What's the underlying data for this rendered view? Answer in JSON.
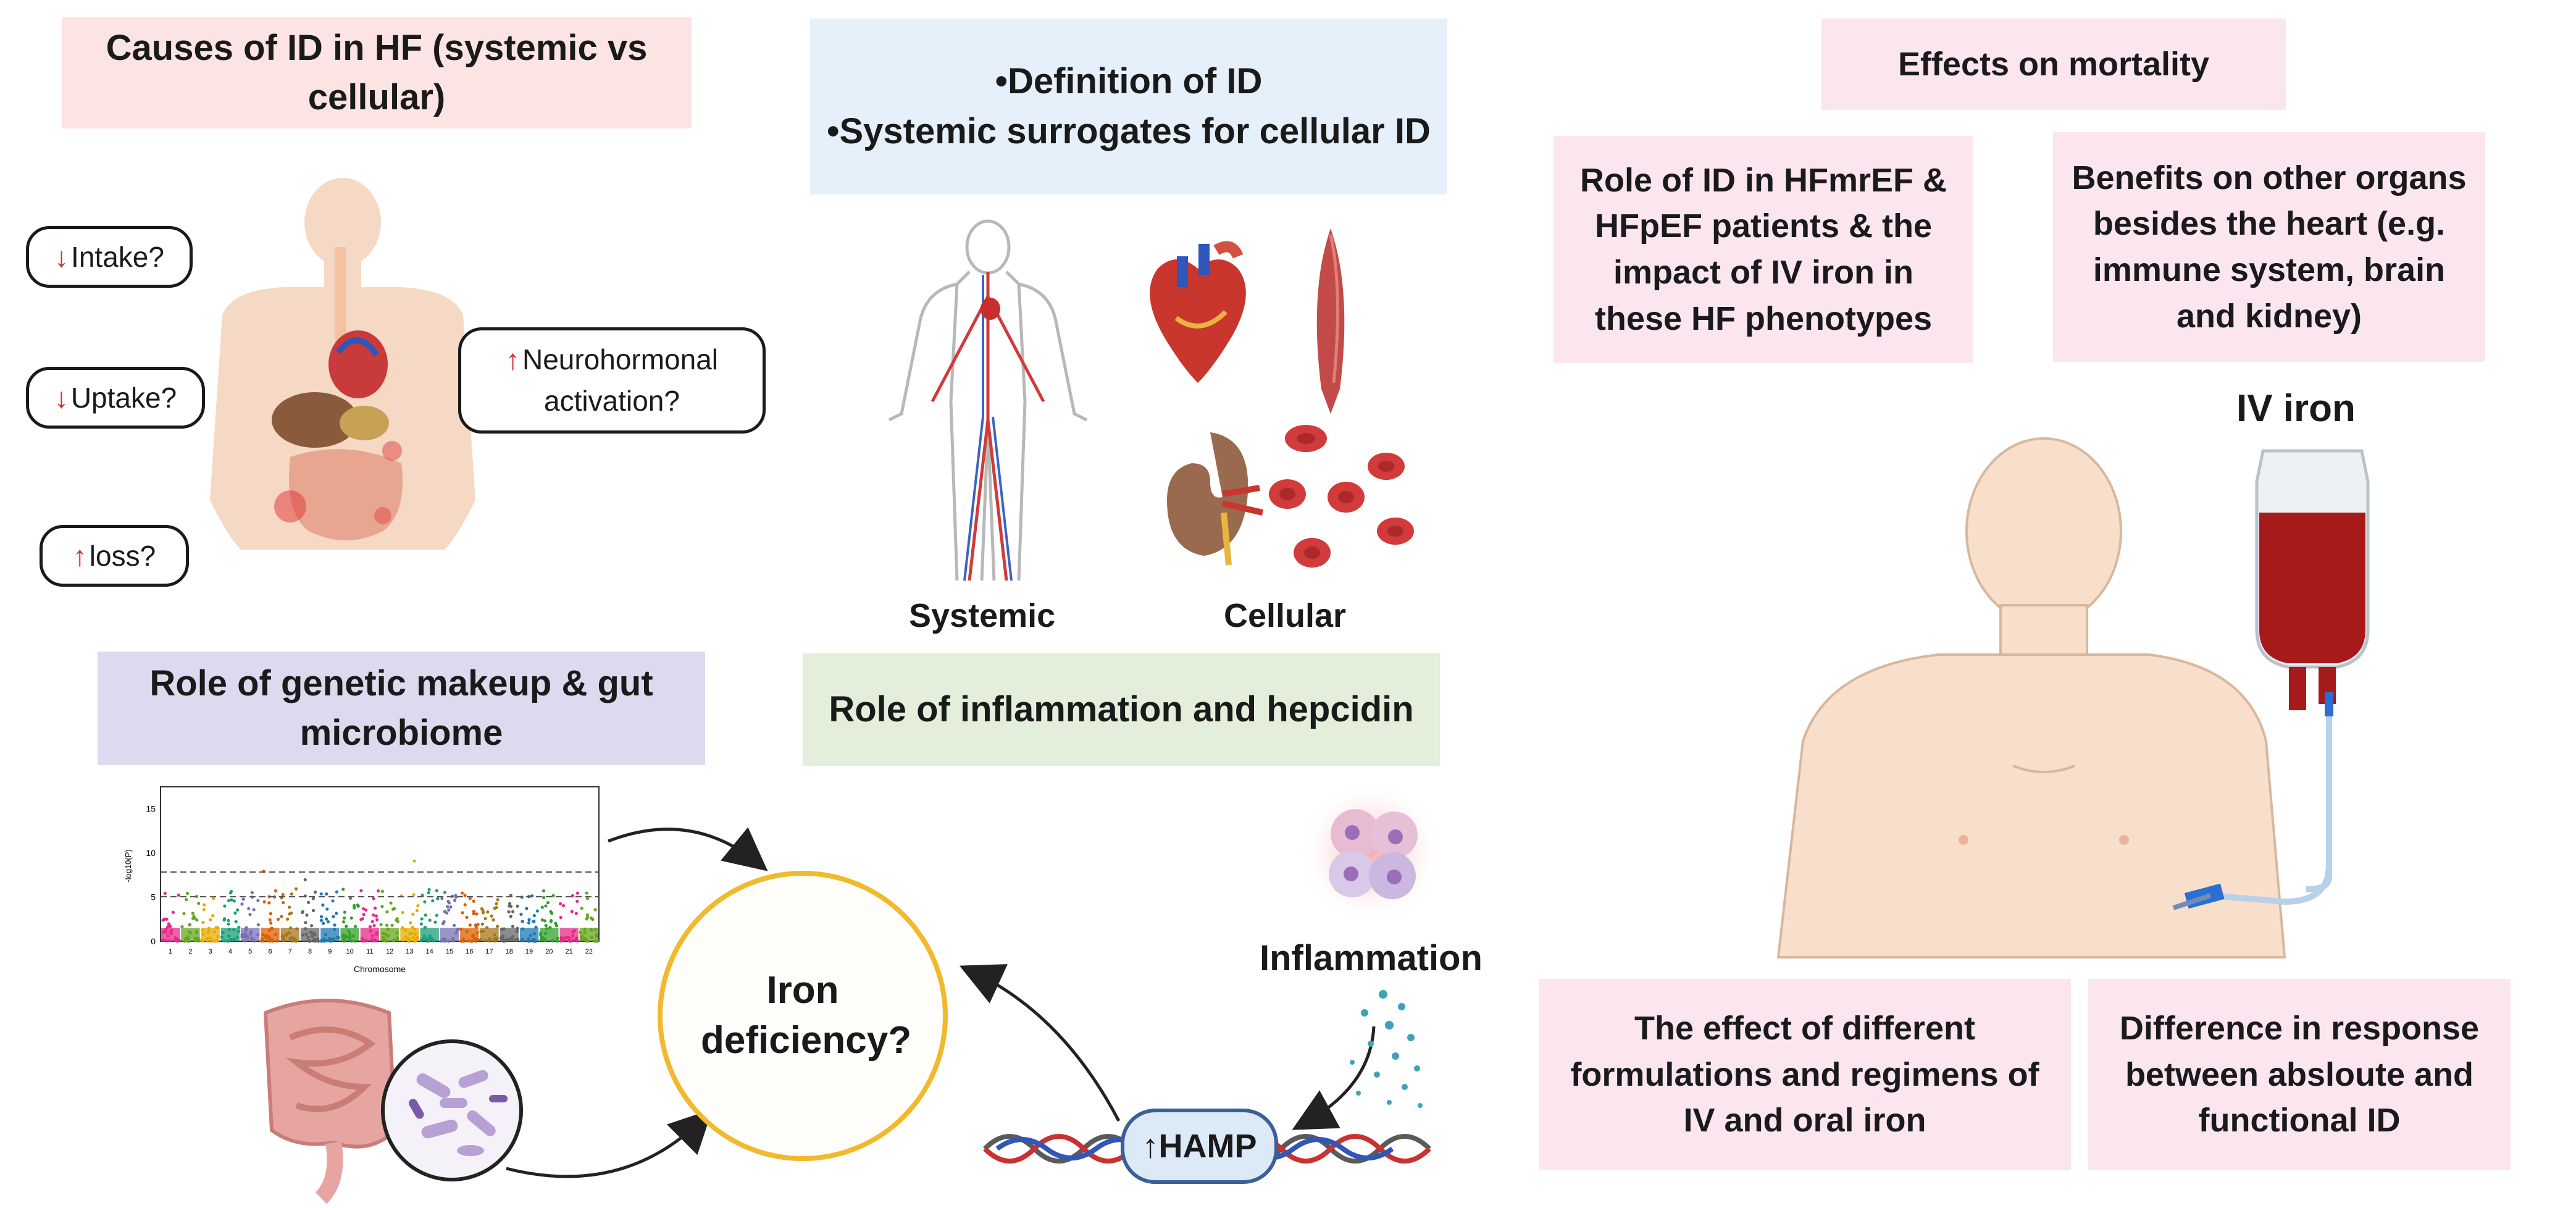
{
  "boxes": {
    "causes": "Causes of ID in HF (systemic vs cellular)",
    "definition_line1": "•Definition of ID",
    "definition_line2": "•Systemic surrogates for cellular ID",
    "mortality": "Effects on mortality",
    "hfmref": "Role of ID in HFmrEF & HFpEF patients & the impact of IV iron in these HF phenotypes",
    "organs": "Benefits on other organs besides the heart (e.g. immune system, brain and kidney)",
    "genetic": "Role of genetic makeup & gut microbiome",
    "inflammation_role": "Role of inflammation and hepcidin",
    "formulations": "The effect of different formulations and regimens of IV and oral iron",
    "difference": "Difference in response between absloute and functional ID"
  },
  "pills": {
    "intake": "Intake?",
    "uptake": "Uptake?",
    "loss": "loss?",
    "neuro": "Neurohormonal activation?",
    "arrow_down": "↓",
    "arrow_up": "↑"
  },
  "labels": {
    "systemic": "Systemic",
    "cellular": "Cellular",
    "iv_iron": "IV iron",
    "inflammation": "Inflammation",
    "iron_deficiency": "Iron deficiency?",
    "hamp": "↑HAMP"
  },
  "manhattan": {
    "yaxis_label": "-log10(P)",
    "xaxis_label": "Chromosome",
    "y_ticks": [
      "0",
      "5",
      "10",
      "15"
    ],
    "chromosomes": [
      "1",
      "2",
      "3",
      "4",
      "5",
      "6",
      "7",
      "8",
      "9",
      "10",
      "11",
      "12",
      "13",
      "14",
      "15",
      "16",
      "17",
      "18",
      "19",
      "20",
      "21",
      "22"
    ]
  },
  "colors": {
    "accent_red": "#d42a2a",
    "iron_circle": "#f1b92c",
    "hamp_border": "#3c5f96"
  }
}
